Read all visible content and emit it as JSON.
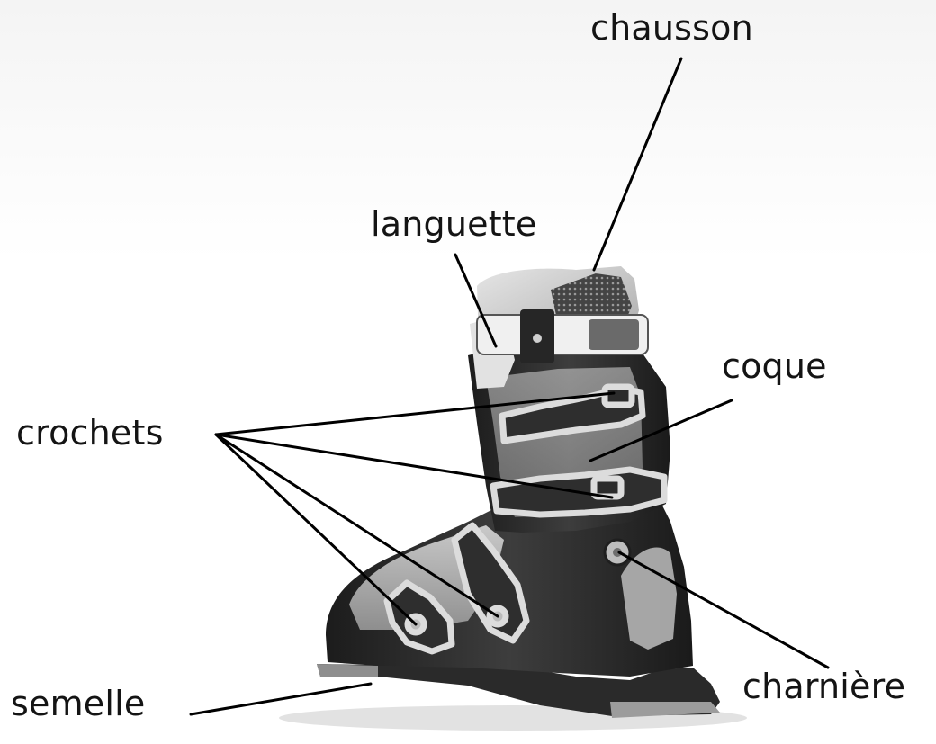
{
  "labels": {
    "chausson": "chausson",
    "languette": "languette",
    "coque": "coque",
    "crochets": "crochets",
    "semelle": "semelle",
    "charniere": "charnière"
  },
  "colors": {
    "leader_lines": "#000000",
    "text": "#141414",
    "shell": "#2e2e2e",
    "liner": "#bdbdbd",
    "buckle_metal": "#d6d6d6"
  }
}
